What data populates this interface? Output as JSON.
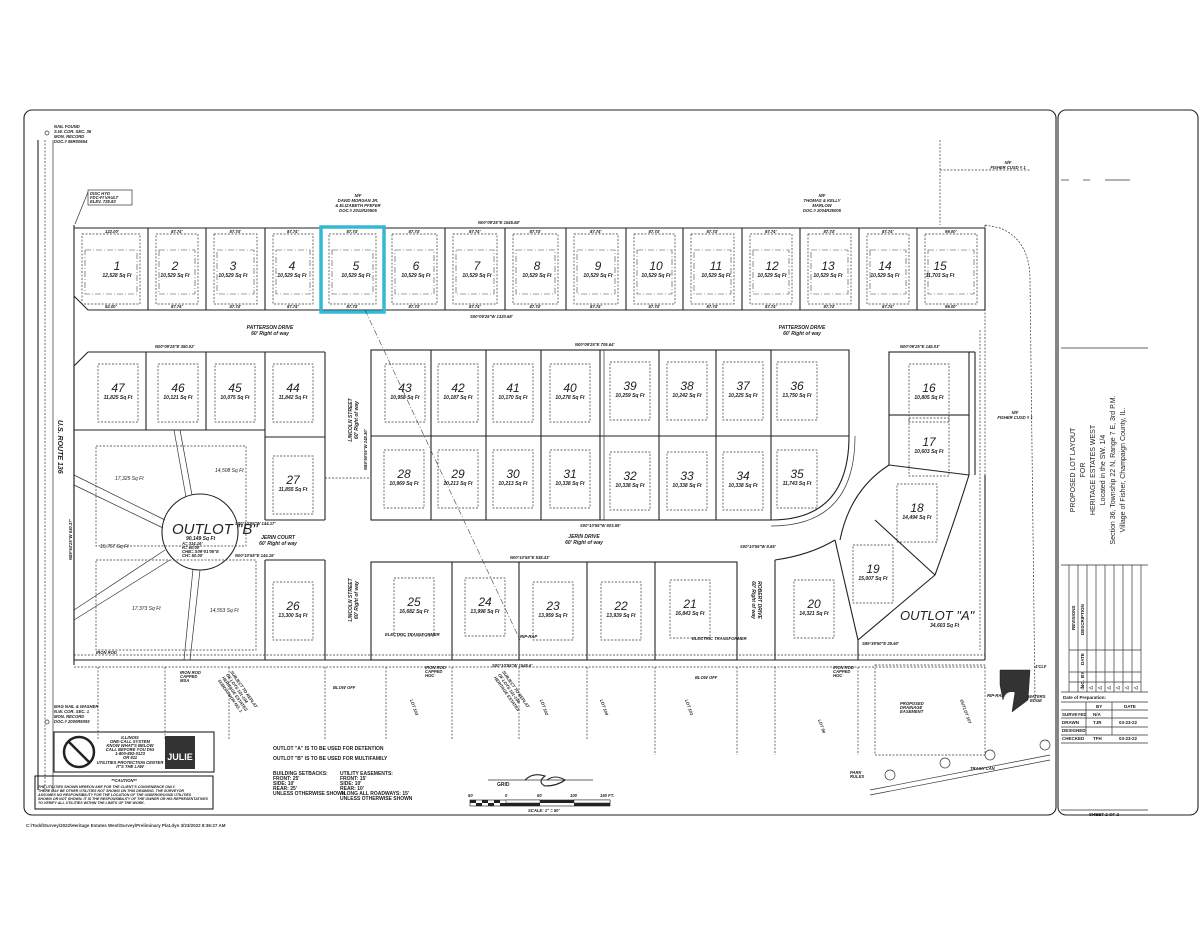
{
  "title_block": {
    "title_lines": [
      "PROPOSED LOT LAYOUT",
      "FOR",
      "HERITAGE ESTATES WEST",
      "Located in the SW. 1/4",
      "Section 36, Township 22 N, Range 7 E, 3rd P.M.",
      "Village of Fisher, Champaign County, IL."
    ],
    "revisions_header": "REVISIONS",
    "revision_cols": [
      "NO.",
      "BY",
      "DATE",
      "DESCRIPTION"
    ],
    "date_of_preparation": "Date of Preparation:",
    "prep_cols": [
      "",
      "BY",
      "DATE"
    ],
    "prep_rows": [
      {
        "role": "SURVEYED",
        "by": "N/A",
        "date": ""
      },
      {
        "role": "DRAWN",
        "by": "TJR",
        "date": "03-23-22"
      },
      {
        "role": "DESIGNED",
        "by": "",
        "date": ""
      },
      {
        "role": "CHECKED",
        "by": "TFH",
        "date": "03-23-22"
      }
    ],
    "sheet": "SHEET 2 OF 2"
  },
  "neighbors": {
    "north_west": [
      "N/F",
      "DAVID MORGAN JR.",
      "& ELIZABETH PFEFER",
      "DOC.# 2011R20505"
    ],
    "north_east": [
      "N/F",
      "THOMAS & KELLY",
      "MARLOW",
      "DOC.# 2004R25005"
    ],
    "fisher_top": [
      "N/F",
      "FISHER CUSD # 1"
    ],
    "fisher_side": [
      "N/F",
      "FISHER CUSD # 1"
    ]
  },
  "monuments": {
    "nw": [
      "NAIL FOUND",
      "S.W. COR. SEC. 36",
      "MON. RECORD",
      "DOC.# 95R00554"
    ],
    "sw": [
      "MAG NAIL & WASHER",
      "N.W. COR. SEC. 1",
      "MON. RECORD",
      "DOC.# 2000R5093"
    ],
    "benchmark": [
      "DISC HYD",
      "FDC-FI VAULT",
      "ELEV. 725.83"
    ]
  },
  "roads": {
    "route": "U.S. ROUTE 136",
    "patterson_w": [
      "PATTERSON DRIVE",
      "60' Right of way"
    ],
    "patterson_e": [
      "PATTERSON DRIVE",
      "60' Right of way"
    ],
    "lincoln_n": [
      "LINCOLN STREET",
      "60' Right of way"
    ],
    "lincoln_s": [
      "LINCOLN STREET",
      "60' Right of way"
    ],
    "jerin_court": [
      "JERIN COURT",
      "60' Right of way"
    ],
    "jerin_drive": [
      "JERIN DRIVE",
      "60' Right of way"
    ],
    "robert_drive": [
      "ROBERT DRIVE",
      "60' Right of way"
    ],
    "fisher_drive": [
      "ROBERT DRIVE",
      "60' Right of way"
    ]
  },
  "bearings": {
    "north_line": "N00°09'25\"E 1545.68'",
    "south_patterson": "S00°09'25\"W 1320.68'",
    "block_47_44": "N00°09'25\"E 350.02'",
    "block_43_36": "N00°09'25\"E 705.64'",
    "block_28_35": "S00°10'55\"W 603.59'",
    "jerin_s": "S00°10'55\"W 144.17'",
    "jerin_n": "N00°10'55\"E 144.16'",
    "block_25_21": "N00°10'55\"E 538.43'",
    "south_line": "S00°10'55\"W 1545.6'",
    "lot16_north": "N00°09'25\"E 145.03'",
    "west_line": "N89°54'25\"W 630.37'",
    "lincoln_w": "N89°50'05\"W 248.30'",
    "outlot_a_corner": "S89°39'50\"E 25.60'",
    "robert_offset": "S00°10'55\"W 8.65'"
  },
  "lots": [
    {
      "n": "1",
      "area": "12,528 Sq Ft"
    },
    {
      "n": "2",
      "area": "10,529 Sq Ft"
    },
    {
      "n": "3",
      "area": "10,529 Sq Ft"
    },
    {
      "n": "4",
      "area": "10,529 Sq Ft"
    },
    {
      "n": "5",
      "area": "10,529 Sq Ft"
    },
    {
      "n": "6",
      "area": "10,529 Sq Ft"
    },
    {
      "n": "7",
      "area": "10,529 Sq Ft"
    },
    {
      "n": "8",
      "area": "10,529 Sq Ft"
    },
    {
      "n": "9",
      "area": "10,529 Sq Ft"
    },
    {
      "n": "10",
      "area": "10,529 Sq Ft"
    },
    {
      "n": "11",
      "area": "10,529 Sq Ft"
    },
    {
      "n": "12",
      "area": "10,529 Sq Ft"
    },
    {
      "n": "13",
      "area": "10,529 Sq Ft"
    },
    {
      "n": "14",
      "area": "10,529 Sq Ft"
    },
    {
      "n": "15",
      "area": "11,703 Sq Ft"
    },
    {
      "n": "16",
      "area": "10,805 Sq Ft"
    },
    {
      "n": "17",
      "area": "10,603 Sq Ft"
    },
    {
      "n": "18",
      "area": "14,494 Sq Ft"
    },
    {
      "n": "19",
      "area": "15,007 Sq Ft"
    },
    {
      "n": "20",
      "area": "14,321 Sq Ft"
    },
    {
      "n": "21",
      "area": "16,843 Sq Ft"
    },
    {
      "n": "22",
      "area": "13,939 Sq Ft"
    },
    {
      "n": "23",
      "area": "13,959 Sq Ft"
    },
    {
      "n": "24",
      "area": "13,998 Sq Ft"
    },
    {
      "n": "25",
      "area": "16,682 Sq Ft"
    },
    {
      "n": "26",
      "area": "13,300 Sq Ft"
    },
    {
      "n": "27",
      "area": "11,855 Sq Ft"
    },
    {
      "n": "28",
      "area": "10,969 Sq Ft"
    },
    {
      "n": "29",
      "area": "10,213 Sq Ft"
    },
    {
      "n": "30",
      "area": "10,213 Sq Ft"
    },
    {
      "n": "31",
      "area": "10,338 Sq Ft"
    },
    {
      "n": "32",
      "area": "10,338 Sq Ft"
    },
    {
      "n": "33",
      "area": "10,338 Sq Ft"
    },
    {
      "n": "34",
      "area": "10,338 Sq Ft"
    },
    {
      "n": "35",
      "area": "11,743 Sq Ft"
    },
    {
      "n": "36",
      "area": "13,750 Sq Ft"
    },
    {
      "n": "37",
      "area": "10,225 Sq Ft"
    },
    {
      "n": "38",
      "area": "10,242 Sq Ft"
    },
    {
      "n": "39",
      "area": "10,259 Sq Ft"
    },
    {
      "n": "40",
      "area": "10,278 Sq Ft"
    },
    {
      "n": "41",
      "area": "10,170 Sq Ft"
    },
    {
      "n": "42",
      "area": "10,187 Sq Ft"
    },
    {
      "n": "43",
      "area": "10,958 Sq Ft"
    },
    {
      "n": "44",
      "area": "11,842 Sq Ft"
    },
    {
      "n": "45",
      "area": "10,075 Sq Ft"
    },
    {
      "n": "46",
      "area": "10,121 Sq Ft"
    },
    {
      "n": "47",
      "area": "11,825 Sq Ft"
    }
  ],
  "top_row_dims": {
    "front": "87.74'",
    "lot1_front": "122.00'",
    "lot1_rear": "92.00'",
    "lot15_front": "99.00'",
    "lot15_rear": "99.00'",
    "depth": "120.00'"
  },
  "multifamily_areas": [
    "17,325 Sq Ft",
    "14,508 Sq Ft",
    "15,757 Sq Ft",
    "17,373 Sq Ft",
    "14,553 Sq Ft"
  ],
  "outlots": {
    "a": {
      "label": "OUTLOT \"A\"",
      "area": "34,603 Sq Ft"
    },
    "b": {
      "label": "OUTLOT \"B\"",
      "area": "90,149 Sq Ft",
      "curve": [
        "A= 314.16'",
        "R= 60.00'",
        "CHB= S09°01'05\"E",
        "CH= 60.00'"
      ]
    }
  },
  "annotations": {
    "electric_transformer": "ELECTRIC TRANSFORMER",
    "blow_off": "BLOW OFF",
    "iron_rod": [
      "IRON ROD",
      "CAPPED",
      "HOC"
    ],
    "iron_rod_msa": [
      "IRON ROD",
      "CAPPED",
      "MSA"
    ],
    "rip_rap": "RIP-RAP",
    "drainage": [
      "PROPOSED",
      "DRAINAGE",
      "EASEMENT"
    ],
    "park_rules": [
      "PARK",
      "RULES"
    ],
    "waters_edge": [
      "WATERS",
      "EDGE"
    ],
    "outlot_107": "OUTLOT 107",
    "subject_replat": [
      "SUBJECT TO REPLAT",
      "OF LOTS 101-104",
      "HERITAGE ESTATES",
      "SUBDIVISION NO. 1"
    ],
    "south_lots": [
      "LOT 104",
      "LOT 103",
      "LOT 102",
      "LOT 101",
      "LOT 99"
    ],
    "pin_labels": [
      "1/2\"RB",
      "1/2\"RB BENT"
    ],
    "four_clf": "4'CLF",
    "trash_can": "TRASH CAN"
  },
  "notes": {
    "outlot_a": "OUTLOT \"A\" IS TO BE USED FOR DETENTION",
    "outlot_b": "OUTLOT \"B\" IS TO BE USED FOR MULTIFAMILY",
    "setbacks": [
      "BUILDING SETBACKS:",
      "FRONT: 25'",
      "SIDE: 10'",
      "REAR: 25'",
      "UNLESS OTHERWISE SHOWN"
    ],
    "easements": [
      "UTILITY EASEMENTS:",
      "FRONT: 15'",
      "SIDE: 10'",
      "REAR: 10'",
      "ALONG ALL ROADWAYS: 15'",
      "UNLESS OTHERWISE SHOWN"
    ],
    "julie": [
      "ILLINOIS",
      "ONE-CALL SYSTEM",
      "KNOW WHAT'S BELOW",
      "CALL BEFORE YOU DIG",
      "1-800-892-0123",
      "OR 811",
      "UTILITIES PROTECTION CENTER",
      "IT'S THE LAW"
    ],
    "julie_logo": "JULIE",
    "caution_title": "**CAUTION**",
    "caution_body": [
      "THE UTILITIES SHOWN HEREON ARE FOR THE CLIENT'S CONVENIENCE ONLY.",
      "THERE MAY BE OTHER UTILITIES NOT SHOWN ON THIS DRAWING. THE SURVEYOR",
      "ASSUMES NO RESPONSIBILITY FOR THE LOCATION OF THE UNDERGROUND UTILITIES",
      "SHOWN OR NOT SHOWN. IT IS THE RESPONSIBILITY OF THE OWNER OR HIS REPRESENTATIVES",
      "TO VERIFY ALL UTILITIES WITHIN THE LIMITS OF THE WORK."
    ]
  },
  "scale": {
    "grid": "GRID",
    "ticks": [
      "50",
      "0",
      "50",
      "100",
      "150 FT."
    ],
    "label": "SCALE: 1\" = 50'"
  },
  "footer_path": "C:\\Todd\\Survey\\2022\\Heritage Estates West\\Survey\\Preliminary Plat.dyn 3/23/2022 8:36:27 AM",
  "highlight": {
    "lot": "5",
    "color": "#35b8d6"
  }
}
